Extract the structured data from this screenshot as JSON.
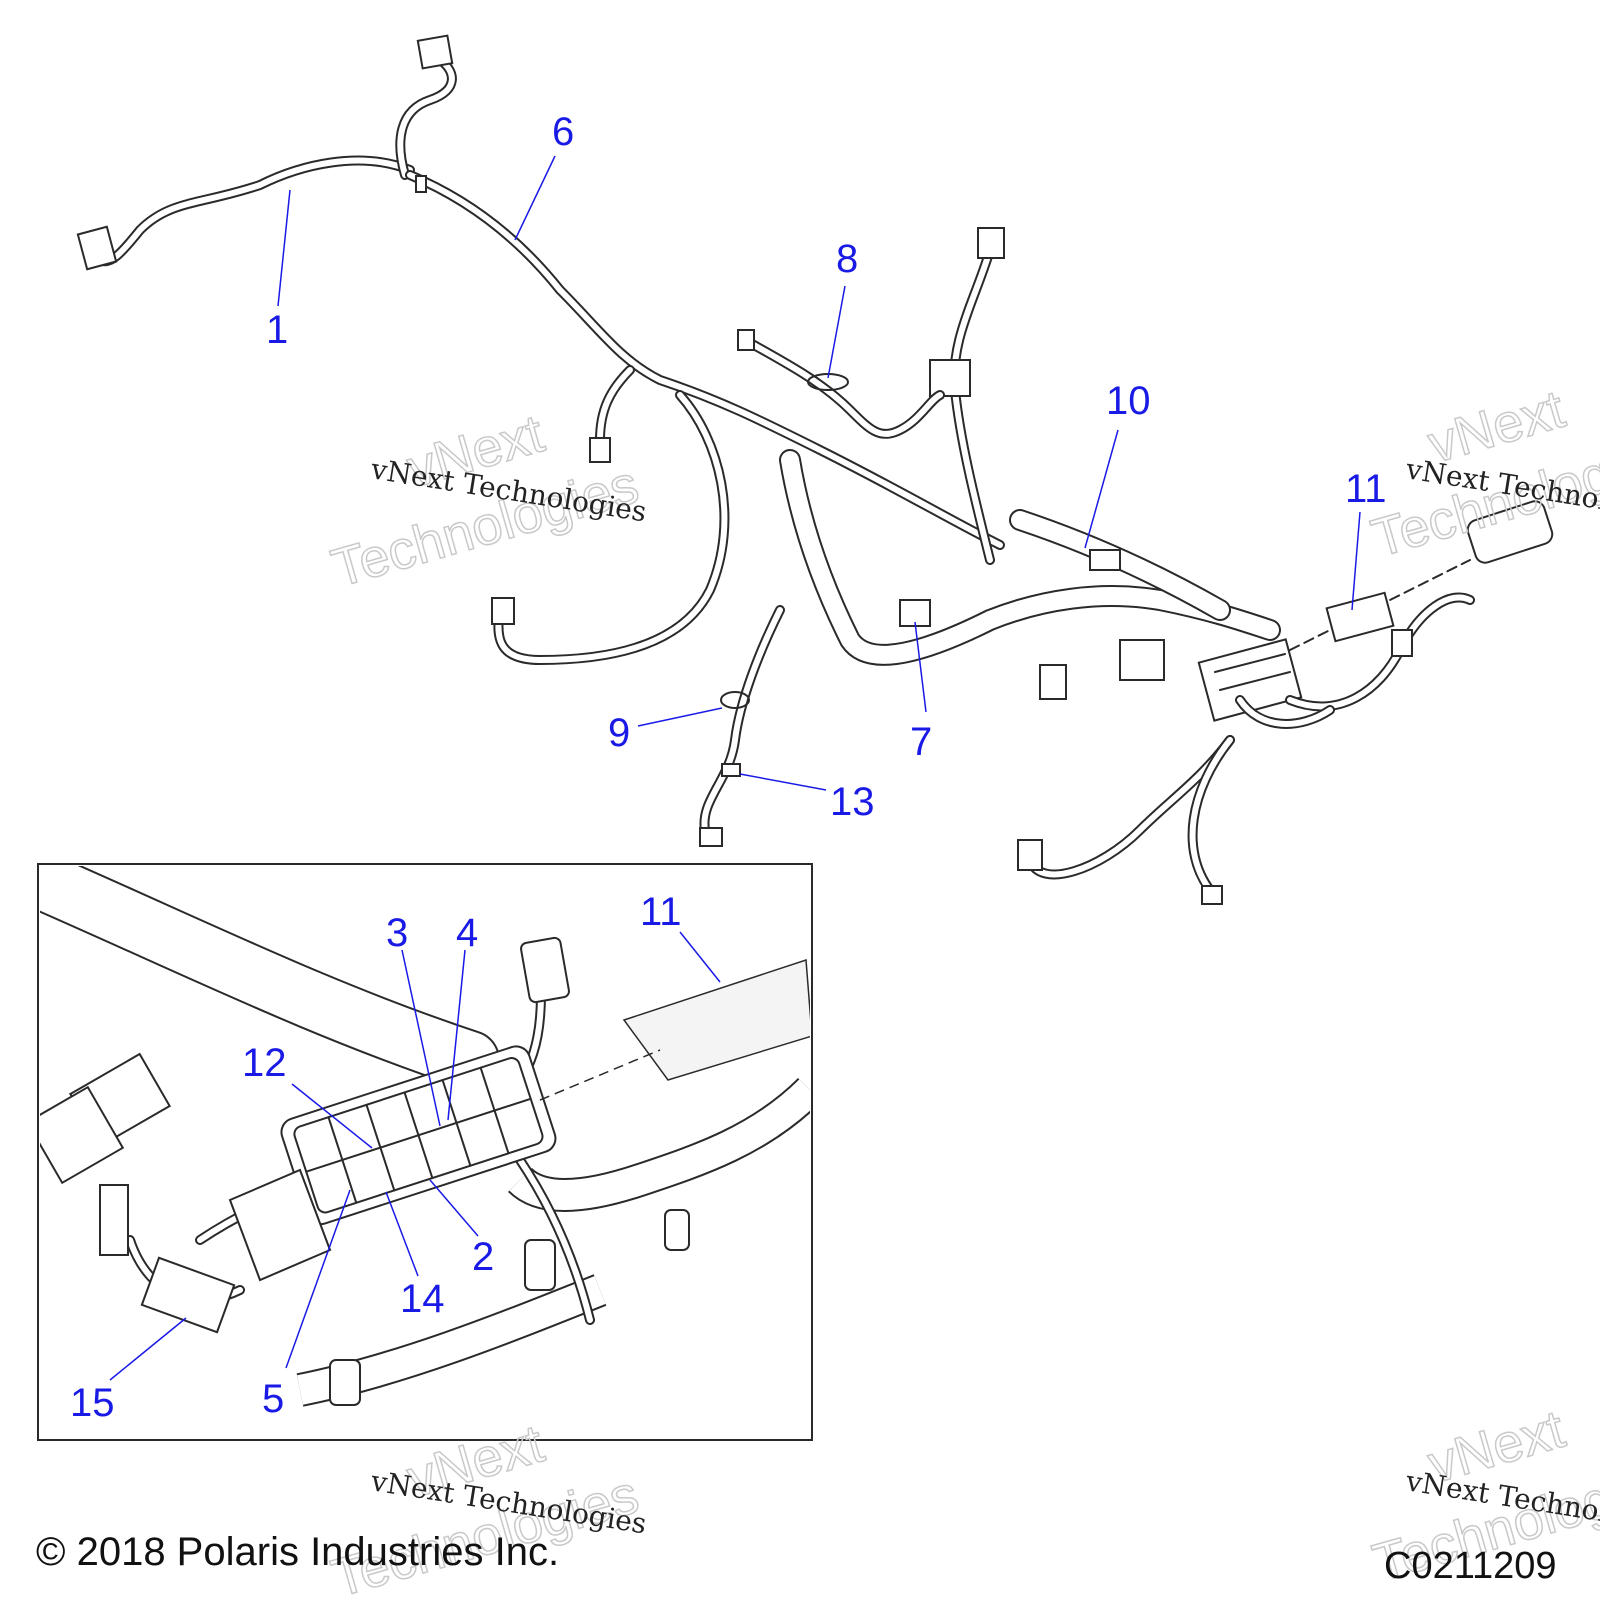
{
  "callouts": {
    "c1": "1",
    "c2": "2",
    "c3": "3",
    "c4": "4",
    "c5": "5",
    "c6": "6",
    "c7": "7",
    "c8": "8",
    "c9": "9",
    "c10": "10",
    "c11_main": "11",
    "c11_inset": "11",
    "c12": "12",
    "c13": "13",
    "c14": "14",
    "c15": "15"
  },
  "watermark": {
    "small_text": "vNext Technologies",
    "big_line1": "vNext",
    "big_line2": "Technologies"
  },
  "footer": {
    "copyright": "© 2018 Polaris Industries Inc.",
    "figure_code": "C0211209"
  },
  "colors": {
    "callout": "#1a1ae6",
    "line_art": "#2a2a2a",
    "watermark": "#c9c9c9"
  }
}
